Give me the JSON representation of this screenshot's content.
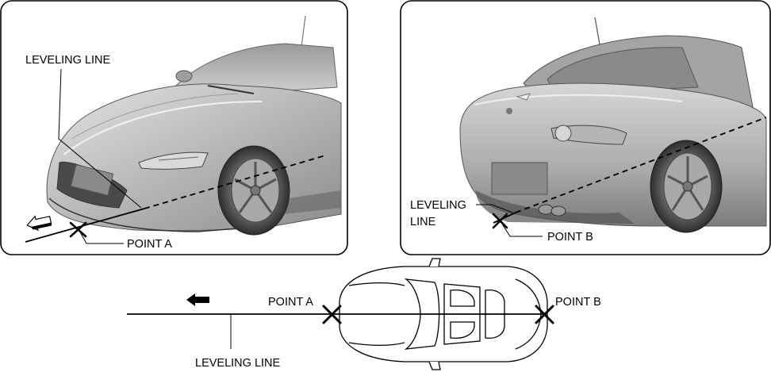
{
  "panel_front": {
    "leveling_label": "LEVELING LINE",
    "point_label": "POINT A"
  },
  "panel_rear": {
    "leveling_label_line1": "LEVELING",
    "leveling_label_line2": "LINE",
    "point_label": "POINT B"
  },
  "top_view": {
    "point_a_label": "POINT A",
    "point_b_label": "POINT B",
    "leveling_label": "LEVELING LINE"
  },
  "icons": [
    "forward-arrow-icon",
    "point-marker-x-icon"
  ],
  "colors": {
    "line": "#000000",
    "car_body": "#b5b5b5",
    "panel_border": "#000000"
  }
}
